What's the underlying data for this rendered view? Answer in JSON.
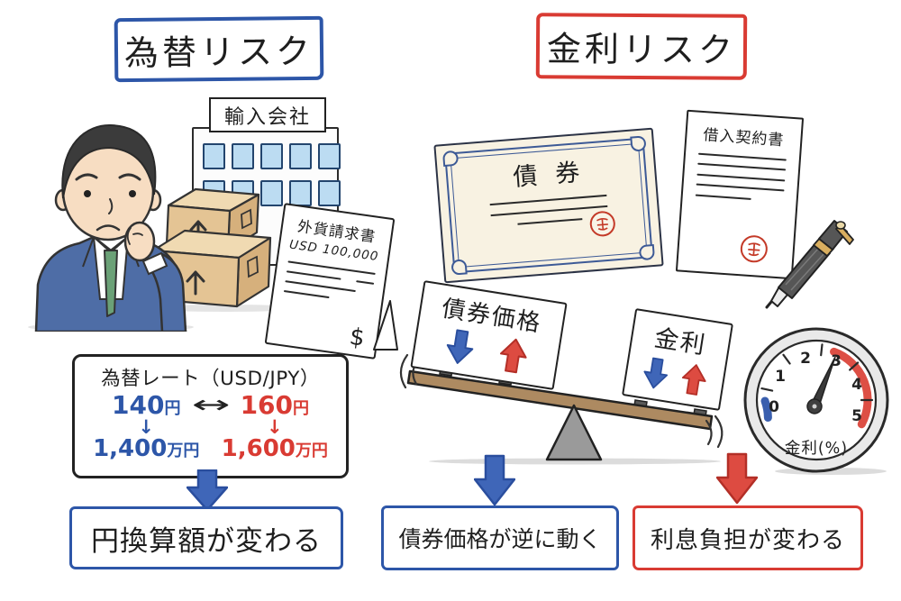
{
  "colors": {
    "blue": "#2d56a8",
    "red": "#d93b33",
    "arrow_blue": "#3f66b8",
    "arrow_red": "#dd4b41"
  },
  "left_panel": {
    "title": "為替リスク",
    "building_sign": "輸入会社",
    "invoice": {
      "title": "外貨請求書",
      "amount": "USD 100,000",
      "currency_symbol": "$"
    },
    "rate_box": {
      "title": "為替レート（USD/JPY）",
      "swap_arrow": "↔",
      "down_arrow": "↓",
      "low_value": "140",
      "low_unit": "円",
      "high_value": "160",
      "high_unit": "円",
      "low_result_value": "1,400",
      "low_result_unit": "万円",
      "high_result_value": "1,600",
      "high_result_unit": "万円"
    },
    "conclusion": "円換算額が変わる"
  },
  "right_panel": {
    "title": "金利リスク",
    "bond_title": "債券",
    "contract_title": "借入契約書",
    "seesaw": {
      "left_sign": "債券価格",
      "right_sign": "金利"
    },
    "gauge": {
      "label": "金利(%)",
      "ticks": [
        "0",
        "1",
        "2",
        "3",
        "4",
        "5"
      ]
    },
    "conclusion_left": "債券価格が逆に動く",
    "conclusion_right": "利息負担が変わる"
  }
}
